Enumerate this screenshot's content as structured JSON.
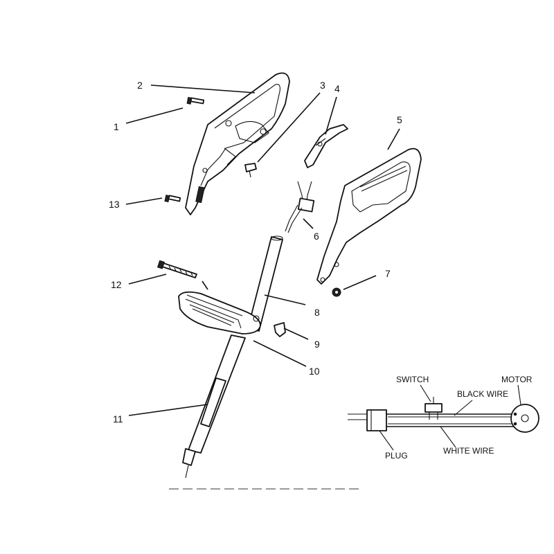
{
  "callouts": [
    {
      "id": "1",
      "text": "1"
    },
    {
      "id": "2",
      "text": "2"
    },
    {
      "id": "3",
      "text": "3"
    },
    {
      "id": "4",
      "text": "4"
    },
    {
      "id": "5",
      "text": "5"
    },
    {
      "id": "6",
      "text": "6"
    },
    {
      "id": "7",
      "text": "7"
    },
    {
      "id": "8",
      "text": "8"
    },
    {
      "id": "9",
      "text": "9"
    },
    {
      "id": "10",
      "text": "10"
    },
    {
      "id": "11",
      "text": "11"
    },
    {
      "id": "12",
      "text": "12"
    },
    {
      "id": "13",
      "text": "13"
    }
  ],
  "wiring": {
    "switch": "SWITCH",
    "black_wire": "BLACK WIRE",
    "motor": "MOTOR",
    "plug": "PLUG",
    "white_wire": "WHITE WIRE"
  }
}
